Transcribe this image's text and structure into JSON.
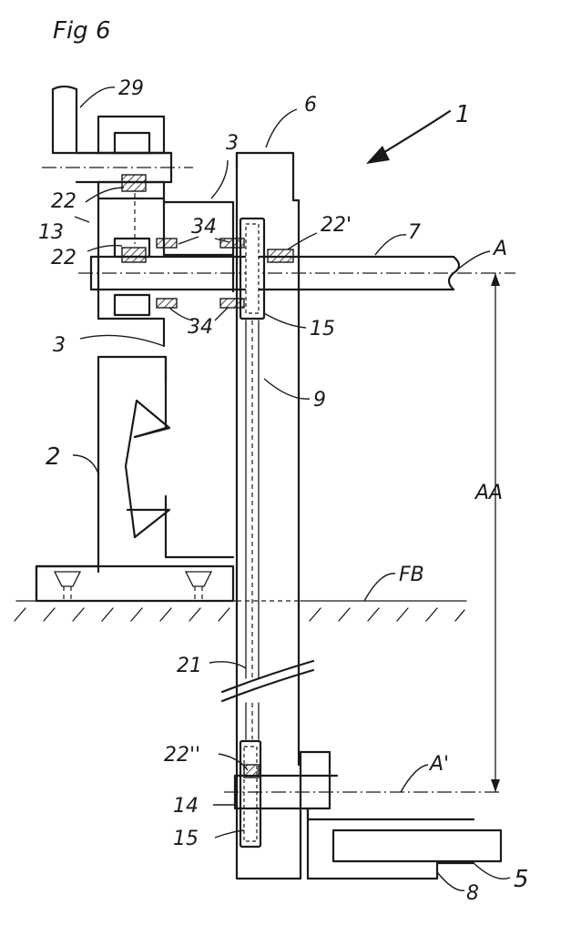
{
  "figure_title": "Fig 6",
  "labels": {
    "l1": "1",
    "l2": "2",
    "l3a": "3",
    "l3b": "3",
    "l5": "5",
    "l6": "6",
    "l7": "7",
    "l8": "8",
    "l9": "9",
    "l13": "13",
    "l14": "14",
    "l15a": "15",
    "l15b": "15",
    "l21": "21",
    "l22a": "22",
    "l22b": "22",
    "l22p": "22'",
    "l22pp": "22''",
    "l29": "29",
    "l34a": "34",
    "l34b": "34",
    "lA": "A",
    "lAp": "A'",
    "lAA": "AA",
    "lFB": "FB"
  }
}
